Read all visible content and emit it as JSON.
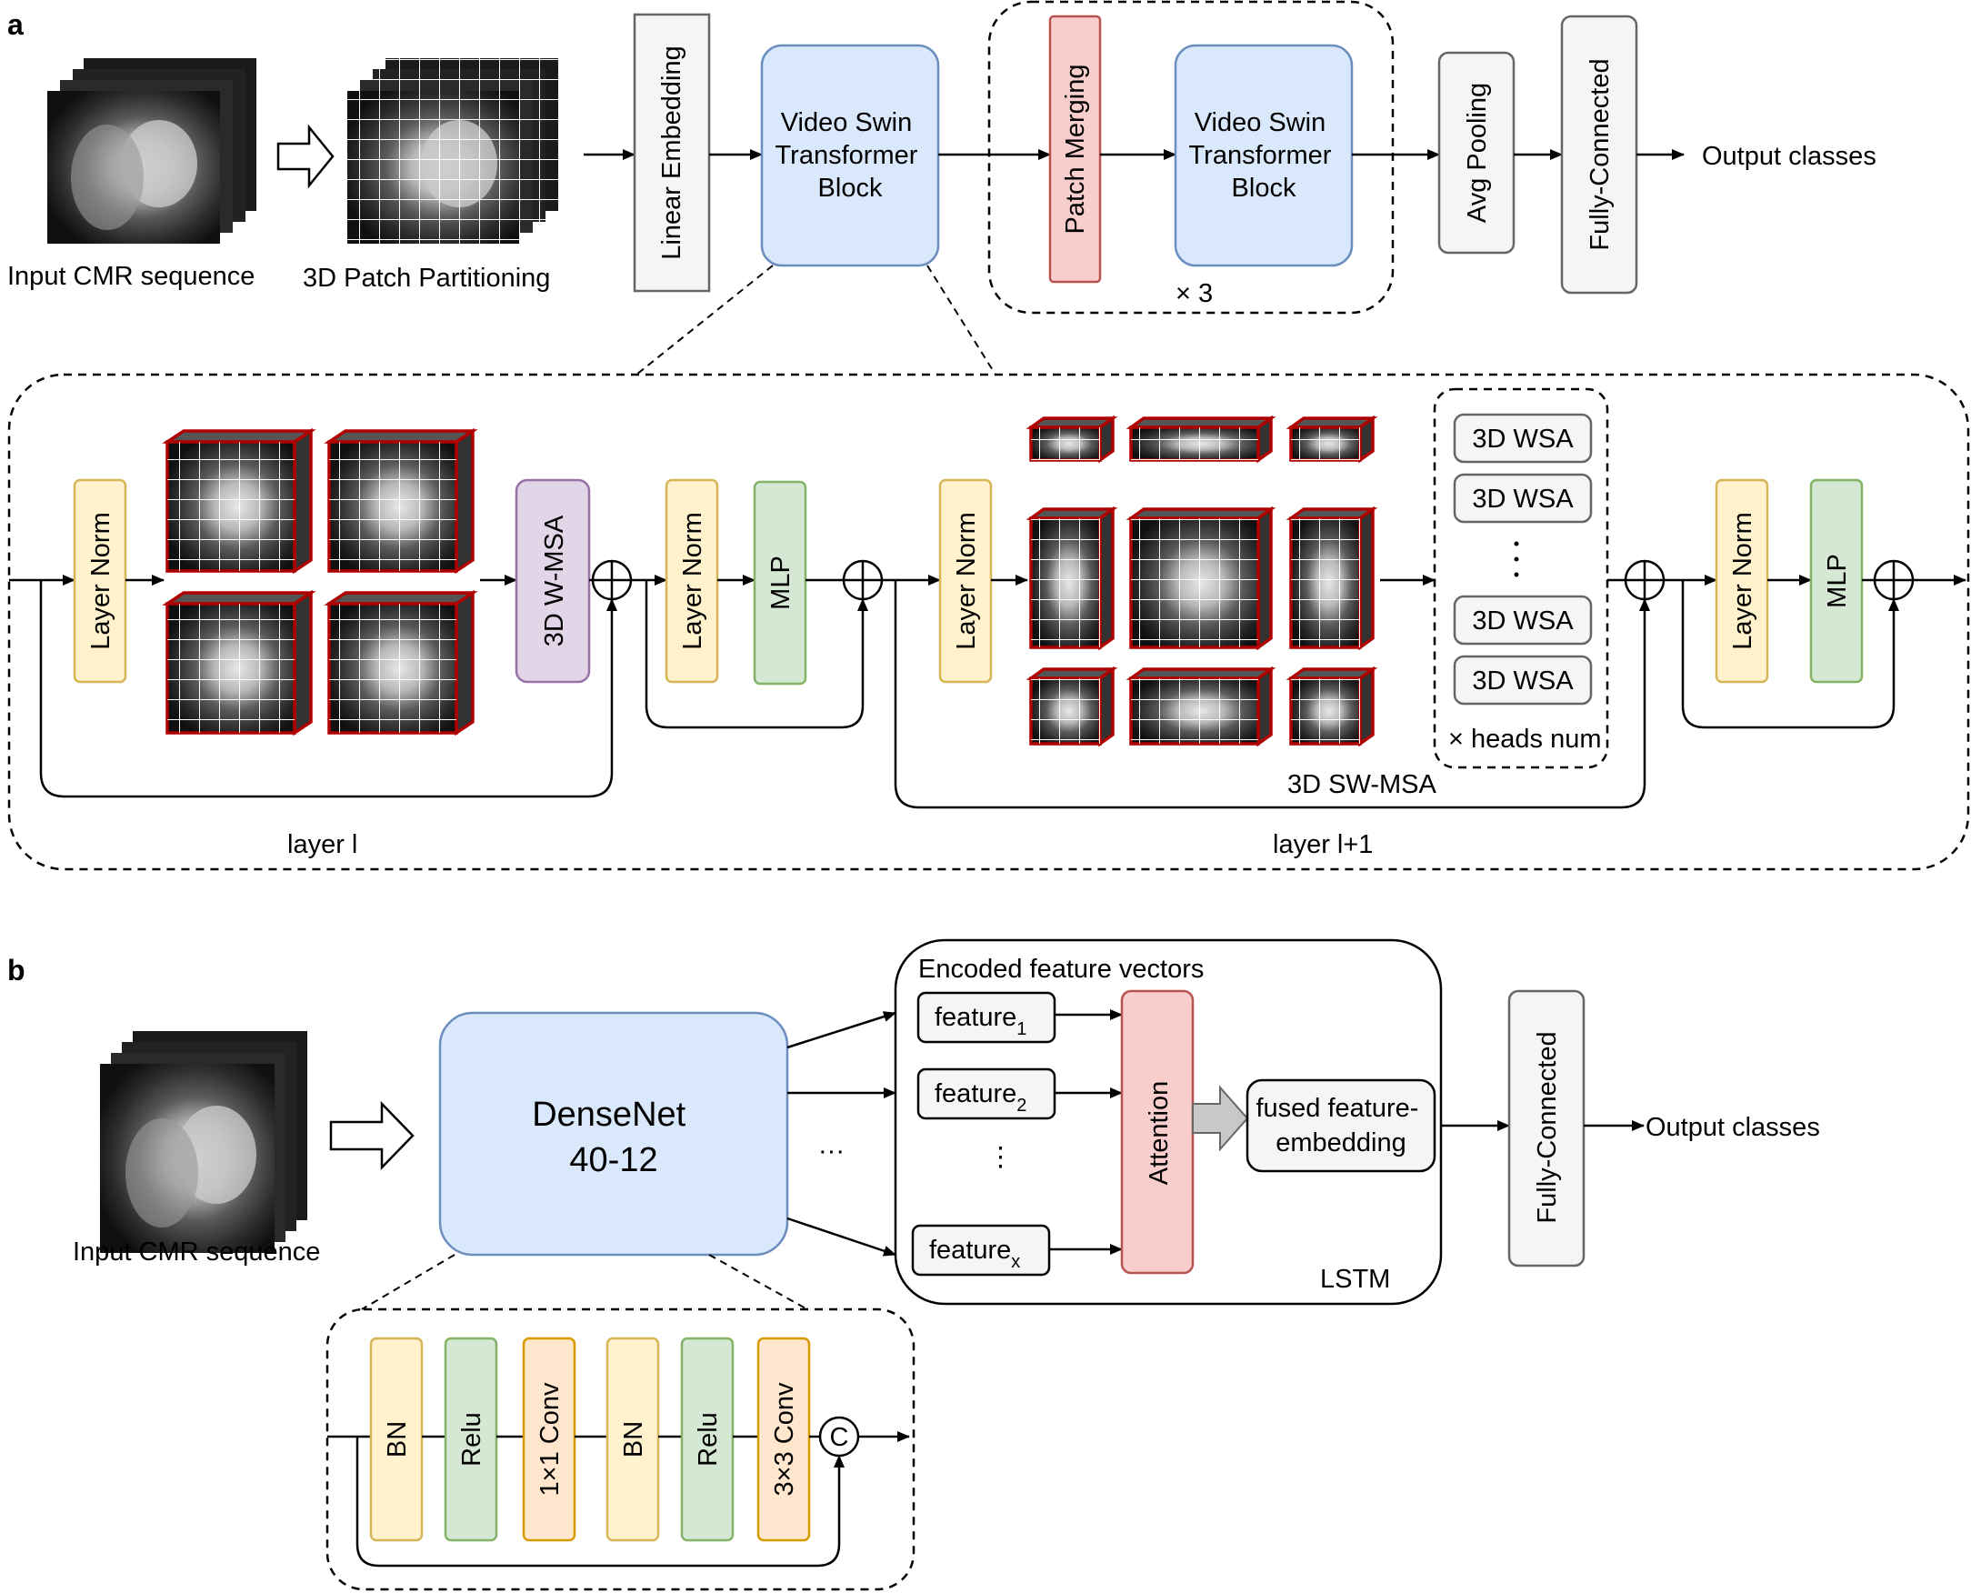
{
  "panel_a": {
    "letter": "a",
    "input_label": "Input CMR sequence",
    "patch_label": "3D Patch Partitioning",
    "linear_embedding": "Linear Embedding",
    "vst_block": [
      "Video Swin",
      "Transformer",
      "Block"
    ],
    "patch_merging": "Patch Merging",
    "vst_block2": [
      "Video Swin",
      "Transformer",
      "Block"
    ],
    "repeat": "× 3",
    "avg_pooling": "Avg Pooling",
    "fully_connected": "Fully-Connected",
    "output": "Output classes",
    "layer_norm": "Layer Norm",
    "w_msa": "3D W-MSA",
    "mlp": "MLP",
    "wsa": "3D WSA",
    "ellipsis": "·\n·\n·",
    "heads": "× heads num",
    "sw_msa": "3D SW-MSA",
    "layer_l": "layer l",
    "layer_l1": "layer l+1"
  },
  "panel_b": {
    "letter": "b",
    "input_label": "Input CMR sequence",
    "densenet": [
      "DenseNet",
      "40-12"
    ],
    "dots": "···",
    "encoded": "Encoded feature vectors",
    "feature": "feature",
    "sub1": "1",
    "sub2": "2",
    "subx": "x",
    "vdots": "⋮",
    "attention": "Attention",
    "fused": [
      "fused feature-",
      "embedding"
    ],
    "lstm": "LSTM",
    "fully_connected": "Fully-Connected",
    "output": "Output classes",
    "bn": "BN",
    "relu": "Relu",
    "conv1": "1×1 Conv",
    "conv3": "3×3 Conv",
    "concat": "C"
  },
  "colors": {
    "blue_fill": "#dae8fc",
    "blue_stroke": "#6c8ebf",
    "red_fill": "#f8cecc",
    "red_stroke": "#b85450",
    "yellow_fill": "#fff2cc",
    "yellow_stroke": "#d6b656",
    "green_fill": "#d5e8d4",
    "green_stroke": "#82b366",
    "purple_fill": "#e1d5e7",
    "purple_stroke": "#9673a6",
    "orange_fill": "#ffe6cc",
    "orange_stroke": "#d79b00",
    "gray_fill": "#f5f5f5",
    "gray_stroke": "#666666",
    "cube_red": "#b00000"
  }
}
